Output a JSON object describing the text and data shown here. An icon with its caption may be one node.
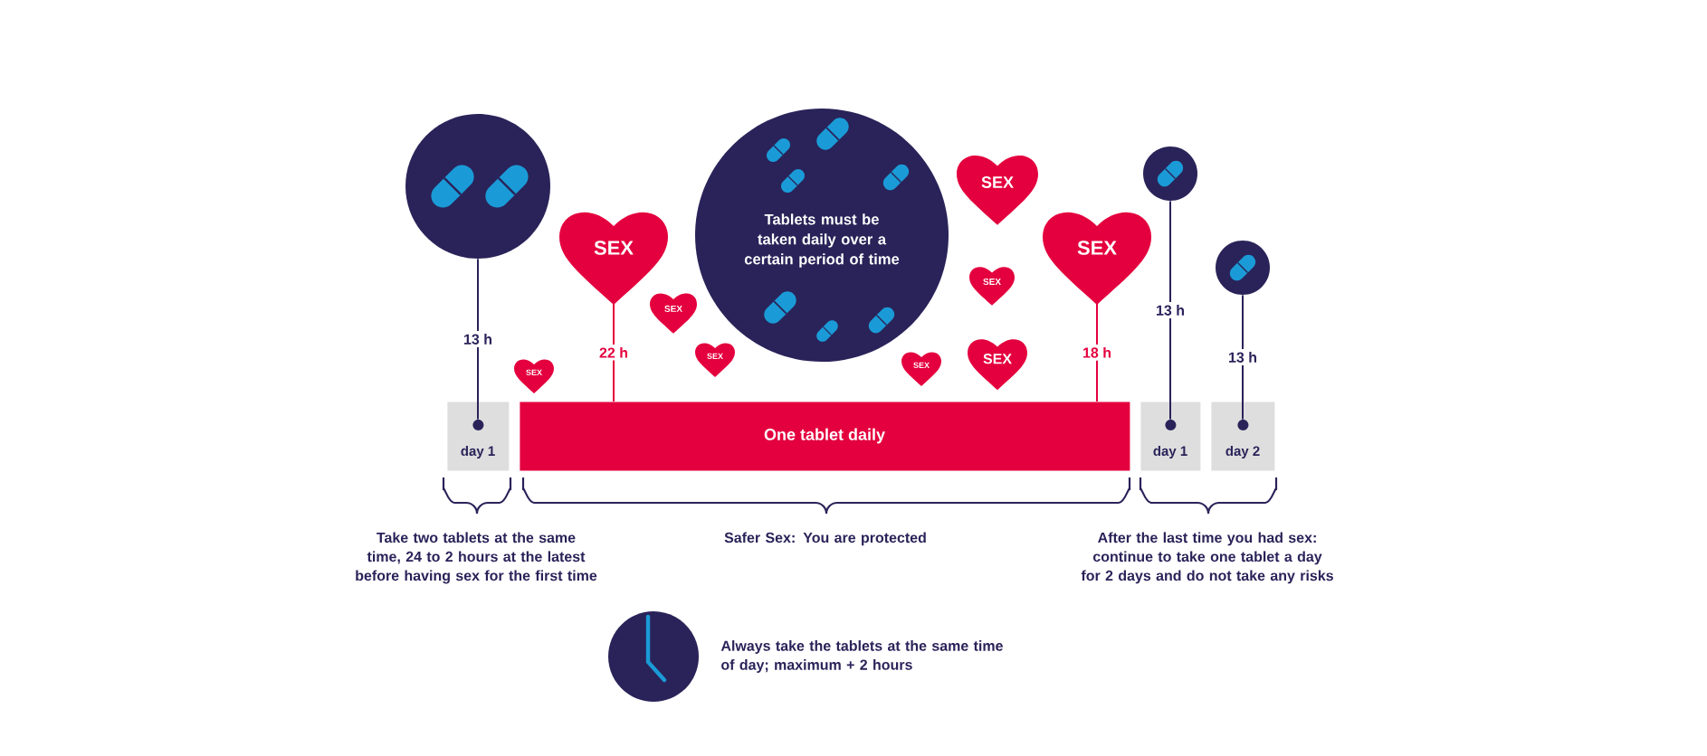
{
  "diagram": {
    "nodes": [
      {
        "text": [],
        "shape": "circle"
      },
      {
        "text": [
          "day 1"
        ]
      },
      {
        "text": [
          "SEX"
        ]
      },
      {
        "text": [
          "One tablet daily"
        ]
      },
      {
        "text": [
          "SEX"
        ]
      },
      {
        "text": [
          "Tablets must be taken daily over a certain period of time"
        ]
      },
      {
        "text": [
          "SEX"
        ]
      },
      {
        "text": [
          "SEX"
        ]
      },
      {
        "text": [
          "SEX"
        ]
      },
      {
        "text": [
          "SEX"
        ]
      },
      {
        "text": [
          "SEX"
        ]
      },
      {
        "text": [
          "SEX"
        ]
      },
      {
        "text": [
          "SEX"
        ]
      },
      {
        "text": [],
        "shape": "circle"
      },
      {
        "text": [
          "day 1"
        ]
      },
      {
        "text": [],
        "shape": "circle"
      },
      {
        "text": [
          "day 2"
        ]
      },
      {
        "text": [],
        "shape": "circle",
        "in": 1
      },
      {
        "text": [],
        "shape": "circle",
        "in": 14
      },
      {
        "text": [],
        "shape": "circle",
        "in": 16
      }
    ],
    "edges": [
      {
        "from": 0,
        "to": 17,
        "arrow": "none",
        "label": "13 h"
      },
      {
        "from": 2,
        "to": 3,
        "arrow": "none",
        "label": "22 h",
        "color": "#e4003e"
      },
      {
        "from": 4,
        "to": 3,
        "arrow": "none",
        "label": "18 h",
        "color": "#e4003e"
      },
      {
        "from": 13,
        "to": 18,
        "arrow": "none",
        "label": "13 h"
      },
      {
        "from": 15,
        "to": 19,
        "arrow": "none",
        "label": "13 h"
      }
    ],
    "labels": [
      "Take two tablets at the same time, 24 to 2 hours at the latest before having sex for the first time",
      "Safer Sex: You are protected",
      "After the last time you had sex: continue to take one tablet a day for 2 days and do not take any risks",
      "Always take the tablets at the same time of day; maximum + 2 hours"
    ]
  }
}
